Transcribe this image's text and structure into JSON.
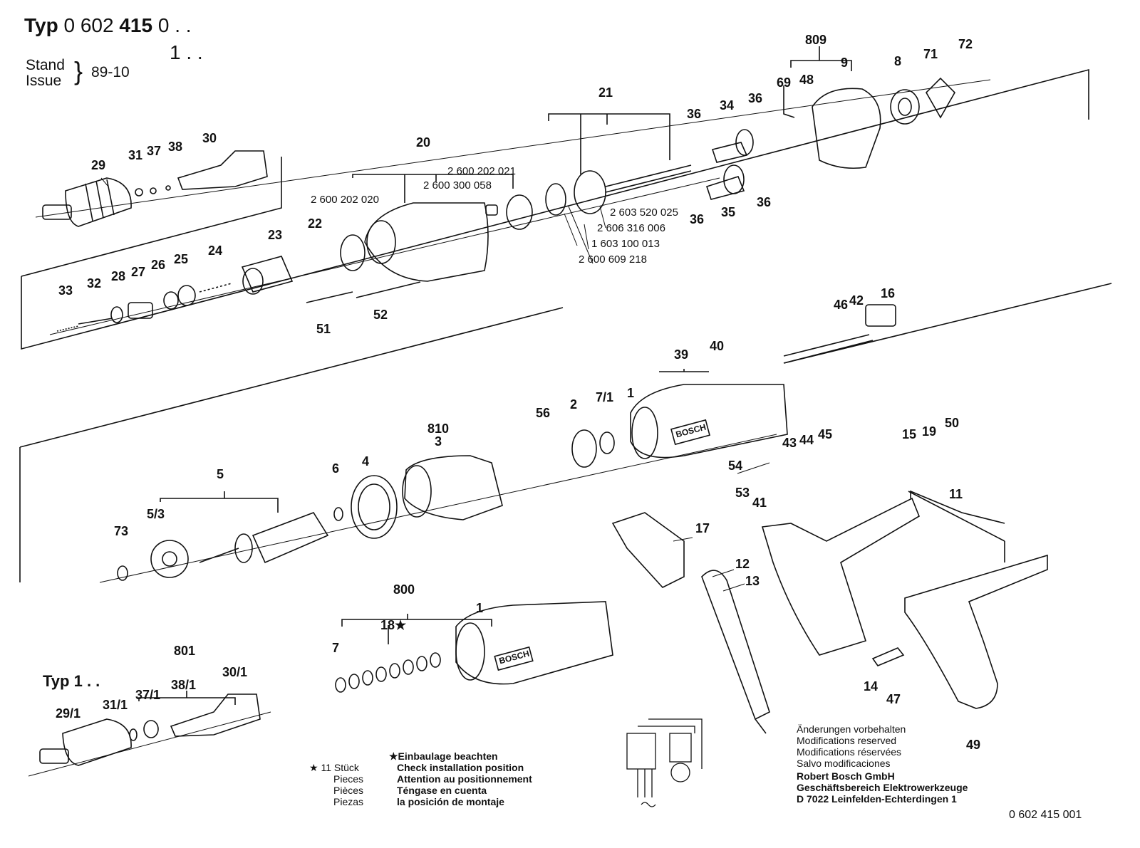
{
  "header": {
    "typ_prefix": "Typ",
    "typ_number_light": "0 602",
    "typ_number_bold": "415",
    "typ_suffix_0": "0 . .",
    "typ_suffix_1": "1 . .",
    "stand": "Stand",
    "issue": "Issue",
    "date": "89-10"
  },
  "typ1_label": "Typ 1 . .",
  "part_labels": {
    "p29": "29",
    "p31": "31",
    "p37": "37",
    "p38": "38",
    "p30": "30",
    "p20": "20",
    "p21": "21",
    "p809": "809",
    "p69": "69",
    "p48": "48",
    "p9": "9",
    "p8": "8",
    "p71": "71",
    "p72": "72",
    "p36a": "36",
    "p34": "34",
    "p36b": "36",
    "p36c": "36",
    "p35": "35",
    "p36d": "36",
    "p22": "22",
    "p23": "23",
    "p24": "24",
    "p25": "25",
    "p26": "26",
    "p27": "27",
    "p28": "28",
    "p32": "32",
    "p33": "33",
    "p51": "51",
    "p52": "52",
    "p46": "46",
    "p42": "42",
    "p16": "16",
    "p39": "39",
    "p40": "40",
    "p1a": "1",
    "p56": "56",
    "p2": "2",
    "p7_1": "7/1",
    "p810": "810",
    "p3": "3",
    "p43": "43",
    "p44": "44",
    "p45": "45",
    "p15": "15",
    "p19": "19",
    "p50": "50",
    "p54": "54",
    "p5": "5",
    "p5_3": "5/3",
    "p6": "6",
    "p4": "4",
    "p73": "73",
    "p53": "53",
    "p41": "41",
    "p11": "11",
    "p17": "17",
    "p12": "12",
    "p13": "13",
    "p800": "800",
    "p18": "18★",
    "p7": "7",
    "p1b": "1",
    "p14": "14",
    "p47": "47",
    "p49": "49",
    "p801": "801",
    "p37_1": "37/1",
    "p38_1": "38/1",
    "p30_1": "30/1",
    "p29_1": "29/1",
    "p31_1": "31/1"
  },
  "part_numbers": {
    "n2600202021": "2 600 202 021",
    "n2600300058": "2 600 300 058",
    "n2600202020": "2 600 202 020",
    "n2603520025": "2 603 520 025",
    "n2606316006": "2 606 316 006",
    "n1603100013": "1 603 100 013",
    "n2600609218": "2 600 609 218"
  },
  "footer": {
    "count": "★ 11 Stück",
    "pieces_en": "Pieces",
    "pieces_fr": "Pièces",
    "pieces_es": "Piezas",
    "install_de": "★Einbaulage beachten",
    "install_en": "Check installation position",
    "install_fr": "Attention au positionnement",
    "install_es": "Téngase en cuenta",
    "install_es2": "la posición de montaje",
    "mod_de": "Änderungen vorbehalten",
    "mod_en": "Modifications reserved",
    "mod_fr": "Modifications réservées",
    "mod_es": "Salvo modificaciones",
    "company": "Robert Bosch GmbH",
    "division": "Geschäftsbereich Elektrowerkzeuge",
    "address": "D 7022 Leinfelden-Echterdingen 1",
    "drawing_no": "0 602 415 001"
  },
  "brand_marks": [
    "BOSCH",
    "BOSCH"
  ]
}
